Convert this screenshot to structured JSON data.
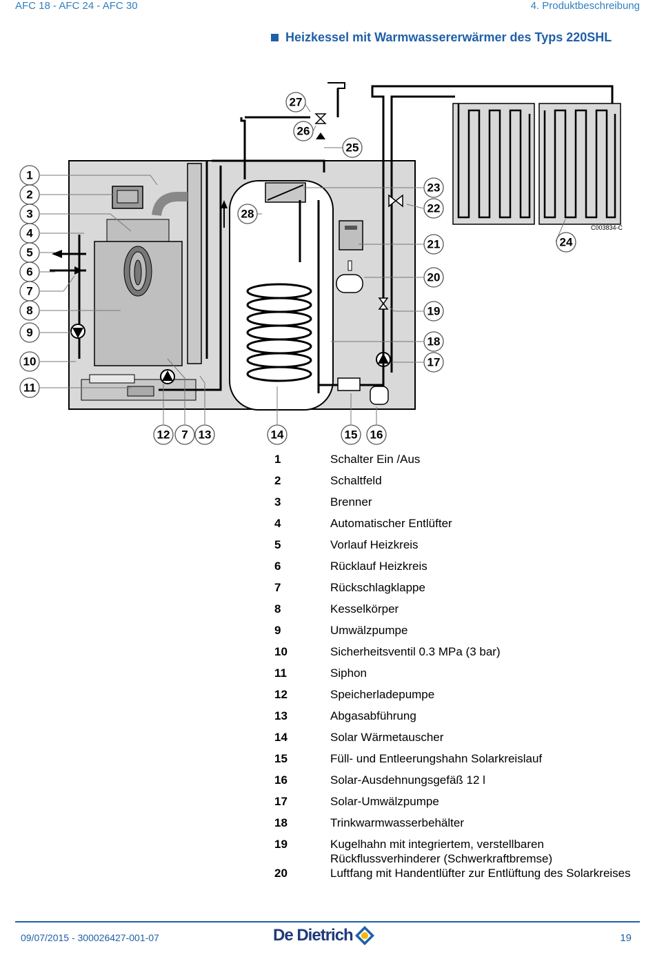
{
  "header": {
    "left": "AFC 18 - AFC 24 - AFC 30",
    "right": "4.  Produktbeschreibung"
  },
  "section_title": "Heizkessel mit Warmwassererwärmer des Typs 220SHL",
  "diagram": {
    "code": "C003834-C",
    "callouts": [
      "1",
      "2",
      "3",
      "4",
      "5",
      "6",
      "7",
      "8",
      "9",
      "10",
      "11",
      "12",
      "7",
      "13",
      "14",
      "15",
      "16",
      "17",
      "18",
      "19",
      "20",
      "21",
      "22",
      "23",
      "24",
      "25",
      "26",
      "27",
      "28"
    ]
  },
  "legend": [
    {
      "num": "1",
      "text": "Schalter Ein /Aus"
    },
    {
      "num": "2",
      "text": "Schaltfeld"
    },
    {
      "num": "3",
      "text": "Brenner"
    },
    {
      "num": "4",
      "text": "Automatischer Entlüfter"
    },
    {
      "num": "5",
      "text": "Vorlauf Heizkreis"
    },
    {
      "num": "6",
      "text": "Rücklauf Heizkreis"
    },
    {
      "num": "7",
      "text": "Rückschlagklappe"
    },
    {
      "num": "8",
      "text": "Kesselkörper"
    },
    {
      "num": "9",
      "text": "Umwälzpumpe"
    },
    {
      "num": "10",
      "text": "Sicherheitsventil 0.3 MPa (3 bar)"
    },
    {
      "num": "11",
      "text": "Siphon"
    },
    {
      "num": "12",
      "text": "Speicherladepumpe"
    },
    {
      "num": "13",
      "text": "Abgasabführung"
    },
    {
      "num": "14",
      "text": "Solar Wärmetauscher"
    },
    {
      "num": "15",
      "text": "Füll- und Entleerungshahn Solarkreislauf"
    },
    {
      "num": "16",
      "text": "Solar-Ausdehnungsgefäß 12 l"
    },
    {
      "num": "17",
      "text": "Solar-Umwälzpumpe"
    },
    {
      "num": "18",
      "text": "Trinkwarmwasserbehälter"
    },
    {
      "num": "19",
      "text": "Kugelhahn mit integriertem, verstellbaren Rückflussverhinderer (Schwerkraftbremse)"
    },
    {
      "num": "20",
      "text": "Luftfang mit Handentlüfter zur Entlüftung des Solarkreises"
    }
  ],
  "footer": {
    "left": "09/07/2015 - 300026427-001-07",
    "logo": "De Dietrich",
    "page": "19"
  },
  "colors": {
    "accent_blue": "#1f5fa8",
    "header_blue": "#2f7fbf",
    "panel_gray": "#d9d9d9",
    "logo_yellow": "#f2b807"
  }
}
